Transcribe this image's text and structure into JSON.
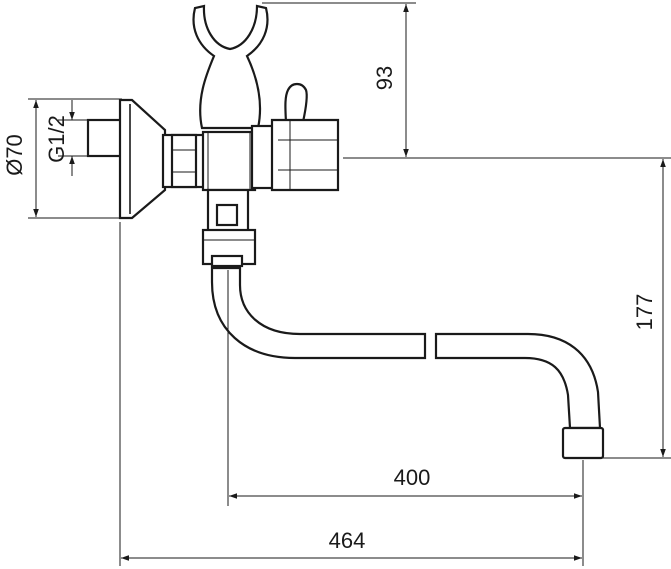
{
  "dimensions": {
    "height_top": "93",
    "height_right": "177",
    "diameter_flange": "Ø70",
    "thread": "G1/2",
    "spout_length": "400",
    "total_length": "464"
  }
}
